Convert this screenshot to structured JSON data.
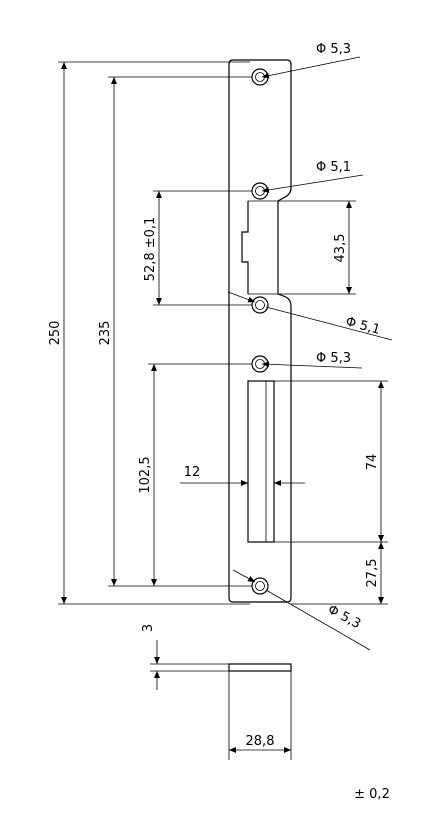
{
  "dimensions": {
    "total_length": "250",
    "hole_spacing_outer": "235",
    "hole_spacing_upper": "52,8 ±0,1",
    "notch_height": "43,5",
    "hole_distance_lower": "102,5",
    "slot_width": "12",
    "slot_length": "74",
    "slot_to_bottom": "27,5",
    "thickness": "3",
    "plate_width": "28,8"
  },
  "holes": {
    "top": "Φ 5,3",
    "second": "Φ 5,1",
    "third": "Φ 5,1",
    "fourth": "Φ 5,3",
    "bottom": "Φ 5,3"
  },
  "tolerance": "± 0,2"
}
